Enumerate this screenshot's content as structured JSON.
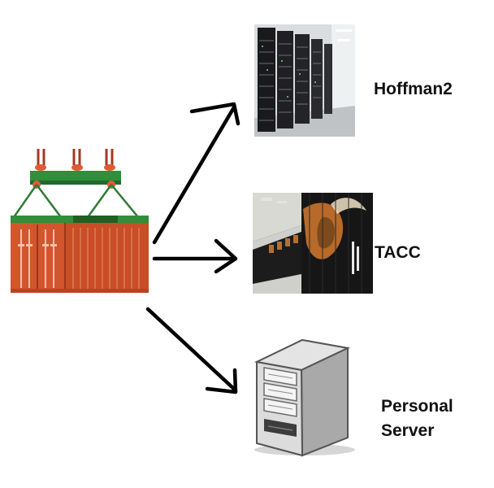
{
  "diagram": {
    "source": {
      "name": "shipping-container",
      "colors": {
        "container": "#d2552d",
        "container_dark": "#b8441f",
        "rib": "#e8a07c",
        "frame": "#2f8f3a",
        "frame_dark": "#1f6b2a",
        "hook": "#e05a36",
        "cable": "#a33a22"
      }
    },
    "targets": [
      {
        "id": "hoffman2",
        "label": "Hoffman2"
      },
      {
        "id": "tacc",
        "label": "TACC"
      },
      {
        "id": "personal-server",
        "label_lines": [
          "Personal",
          "Server"
        ]
      }
    ],
    "arrow_color": "#000000"
  }
}
